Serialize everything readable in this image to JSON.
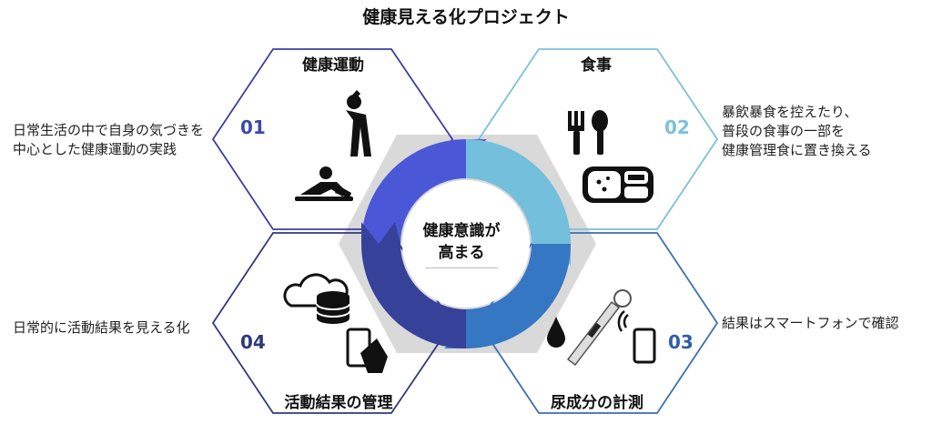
{
  "title": "健康見える化プロジェクト",
  "center": {
    "line1": "健康意識が",
    "line2": "高まる"
  },
  "sections": [
    {
      "label": "健康運動",
      "number": "01",
      "number_color": "#3b4aa8",
      "description": [
        "日常生活の中で自身の気づきを",
        "中心とした健康運動の実践"
      ],
      "border_color": "#3b3f9e",
      "icons": [
        "stretching-person-icon",
        "yoga-stretch-icon"
      ]
    },
    {
      "label": "食事",
      "number": "02",
      "number_color": "#7cc0dc",
      "description": [
        "暴飲暴食を控えたり、",
        "普段の食事の一部を",
        "健康管理食に置き換える"
      ],
      "border_color": "#7cc0dc",
      "icons": [
        "fork-spoon-icon",
        "bento-box-icon"
      ]
    },
    {
      "label": "尿成分の計測",
      "number": "03",
      "number_color": "#2f5fa8",
      "description": [
        "結果はスマートフォンで確認"
      ],
      "border_color": "#3a6fb0",
      "icons": [
        "drop-icon",
        "urine-sensor-icon",
        "smartphone-signal-icon"
      ]
    },
    {
      "label": "活動結果の管理",
      "number": "04",
      "number_color": "#2f3a7a",
      "description": [
        "日常的に活動結果を見える化"
      ],
      "border_color": "#2f3a7a",
      "icons": [
        "cloud-database-icon",
        "smartphone-hand-icon"
      ]
    }
  ],
  "colors": {
    "q1": "#4a58d8",
    "q2": "#74c0dc",
    "q3": "#3577c2",
    "q4": "#36419a",
    "hex_bg": "#d9d9d9"
  }
}
